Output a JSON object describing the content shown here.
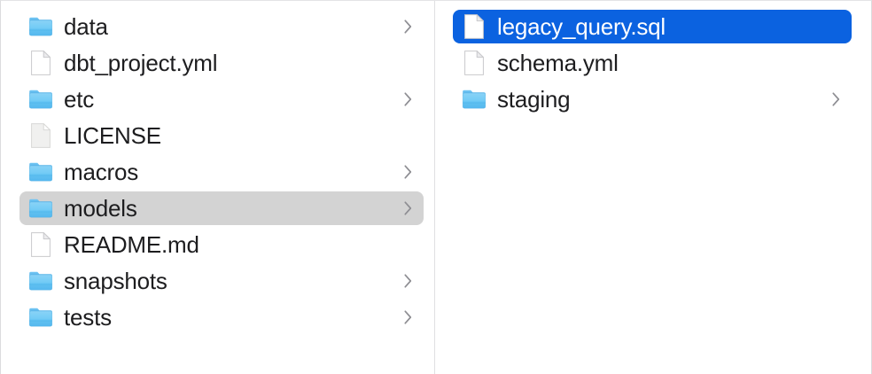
{
  "window": {
    "view": "column",
    "accent_color": "#0b62e0",
    "inactive_selection_color": "#d3d3d3",
    "text_color": "#1d1d1f",
    "folder_icon_color": "#54bdf2",
    "divider_color": "#e0e0e2"
  },
  "columns": [
    {
      "name": "parent-column",
      "items": [
        {
          "label": "data",
          "icon": "folder-icon",
          "kind": "folder",
          "has_chevron": true,
          "selected": false,
          "selection_state": "none"
        },
        {
          "label": "dbt_project.yml",
          "icon": "document-icon",
          "kind": "file",
          "has_chevron": false,
          "selected": false,
          "selection_state": "none"
        },
        {
          "label": "etc",
          "icon": "folder-icon",
          "kind": "folder",
          "has_chevron": true,
          "selected": false,
          "selection_state": "none"
        },
        {
          "label": "LICENSE",
          "icon": "document-gray-icon",
          "kind": "file",
          "has_chevron": false,
          "selected": false,
          "selection_state": "none"
        },
        {
          "label": "macros",
          "icon": "folder-icon",
          "kind": "folder",
          "has_chevron": true,
          "selected": false,
          "selection_state": "none"
        },
        {
          "label": "models",
          "icon": "folder-icon",
          "kind": "folder",
          "has_chevron": true,
          "selected": true,
          "selection_state": "inactive"
        },
        {
          "label": "README.md",
          "icon": "document-icon",
          "kind": "file",
          "has_chevron": false,
          "selected": false,
          "selection_state": "none"
        },
        {
          "label": "snapshots",
          "icon": "folder-icon",
          "kind": "folder",
          "has_chevron": true,
          "selected": false,
          "selection_state": "none"
        },
        {
          "label": "tests",
          "icon": "folder-icon",
          "kind": "folder",
          "has_chevron": true,
          "selected": false,
          "selection_state": "none"
        }
      ]
    },
    {
      "name": "child-column",
      "items": [
        {
          "label": "legacy_query.sql",
          "icon": "document-icon",
          "kind": "file",
          "has_chevron": false,
          "selected": true,
          "selection_state": "active"
        },
        {
          "label": "schema.yml",
          "icon": "document-icon",
          "kind": "file",
          "has_chevron": false,
          "selected": false,
          "selection_state": "none"
        },
        {
          "label": "staging",
          "icon": "folder-icon",
          "kind": "folder",
          "has_chevron": true,
          "selected": false,
          "selection_state": "none"
        }
      ]
    }
  ]
}
